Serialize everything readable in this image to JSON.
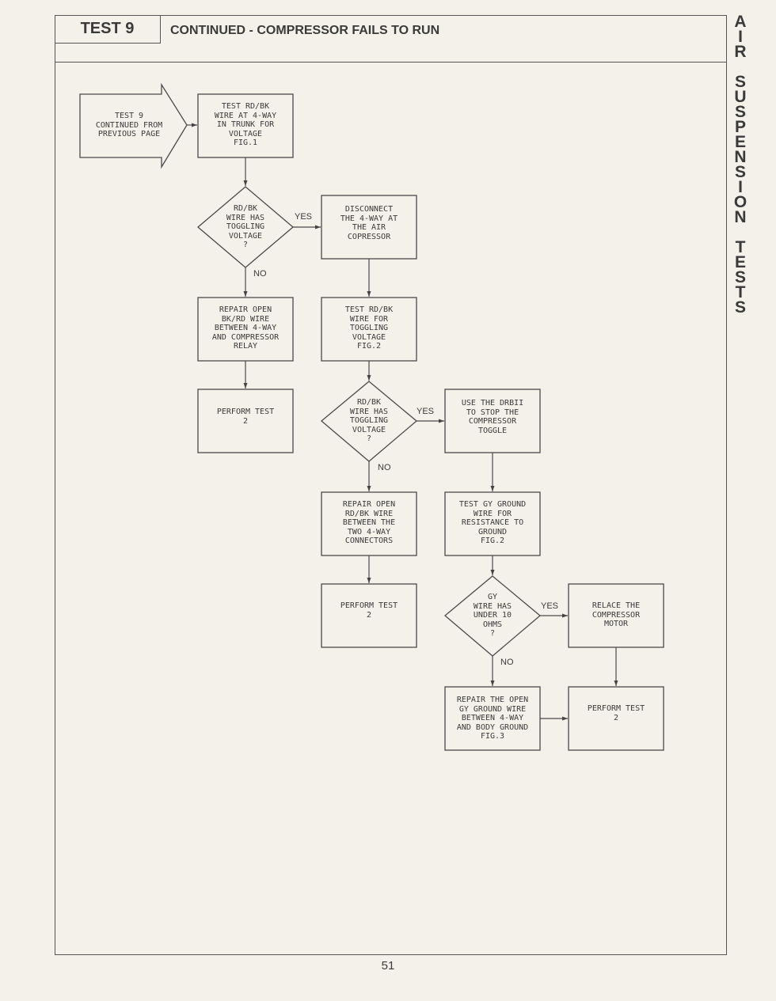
{
  "header": {
    "test_label": "TEST 9",
    "title": "CONTINUED - COMPRESSOR FAILS TO RUN"
  },
  "side_title": [
    "A",
    "I",
    "R",
    "",
    "S",
    "U",
    "S",
    "P",
    "E",
    "N",
    "S",
    "I",
    "O",
    "N",
    "",
    "T",
    "E",
    "S",
    "T",
    "S"
  ],
  "page_number": "51",
  "nodes": {
    "start": "TEST 9\nCONTINUED FROM\nPREVIOUS PAGE",
    "test_rdbk_trunk": "TEST RD/BK\nWIRE AT 4-WAY\nIN TRUNK FOR\nVOLTAGE\nFIG.1",
    "dec1": "RD/BK\nWIRE HAS\nTOGGLING\nVOLTAGE\n?",
    "disconnect": "DISCONNECT\nTHE 4-WAY AT\nTHE AIR\nCOPRESSOR",
    "repair_bkrd": "REPAIR OPEN\nBK/RD WIRE\nBETWEEN 4-WAY\nAND COMPRESSOR\nRELAY",
    "test_rdbk_toggle": "TEST RD/BK\nWIRE FOR\nTOGGLING\nVOLTAGE\nFIG.2",
    "perform1": "PERFORM TEST\n2",
    "dec2": "RD/BK\nWIRE HAS\nTOGGLING\nVOLTAGE\n?",
    "use_drbii": "USE THE DRBII\nTO STOP THE\nCOMPRESSOR\nTOGGLE",
    "repair_rdbk": "REPAIR OPEN\nRD/BK WIRE\nBETWEEN THE\nTWO 4-WAY\nCONNECTORS",
    "test_gy": "TEST GY GROUND\nWIRE FOR\nRESISTANCE TO\nGROUND\nFIG.2",
    "perform2": "PERFORM TEST\n2",
    "dec3": "GY\nWIRE HAS\nUNDER 10\nOHMS\n?",
    "relace": "RELACE THE\nCOMPRESSOR\nMOTOR",
    "repair_gy": "REPAIR THE OPEN\nGY GROUND WIRE\nBETWEEN 4-WAY\nAND BODY GROUND\nFIG.3",
    "perform3": "PERFORM TEST\n2"
  },
  "edge_labels": {
    "dec1_yes": "YES",
    "dec1_no": "NO",
    "dec2_yes": "YES",
    "dec2_no": "NO",
    "dec3_yes": "YES",
    "dec3_no": "NO"
  }
}
